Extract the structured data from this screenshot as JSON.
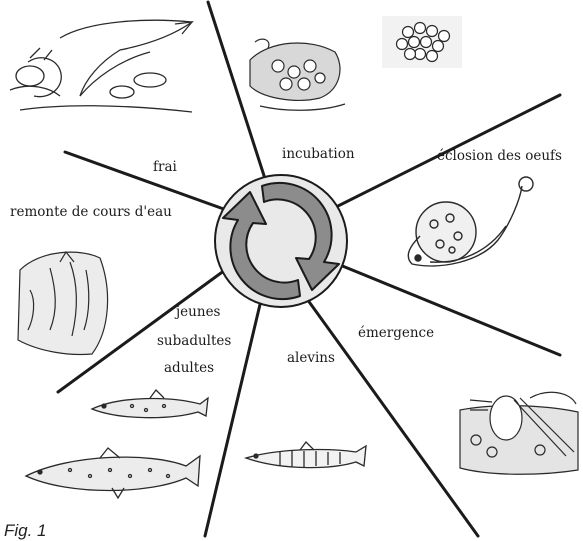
{
  "labels": {
    "frai": "frai",
    "incubation": "incubation",
    "eclosion": "éclosion des oeufs",
    "remonte": "remonte de cours d'eau",
    "jeunes": "jeunes",
    "subadultes": "subadultes",
    "adultes": "adultes",
    "alevins": "alevins",
    "emergence": "émergence"
  },
  "figure_caption": "Fig. 1",
  "colors": {
    "ink": "#1b1b1b",
    "arrow_fill": "#8c8c8c",
    "arrow_dark": "#4a4a4a",
    "hub_fill": "#e9e9e9"
  },
  "icons": {
    "center": "cycle-arrows-icon",
    "sketches": [
      "fish-spawning-sketch",
      "egg-nest-sketch",
      "egg-cluster-sketch",
      "hatching-egg-sketch",
      "fish-upstream-sketch",
      "emergence-sketch",
      "juvenile-fish-sketch",
      "adult-trout-sketch",
      "alevin-sketch"
    ]
  }
}
